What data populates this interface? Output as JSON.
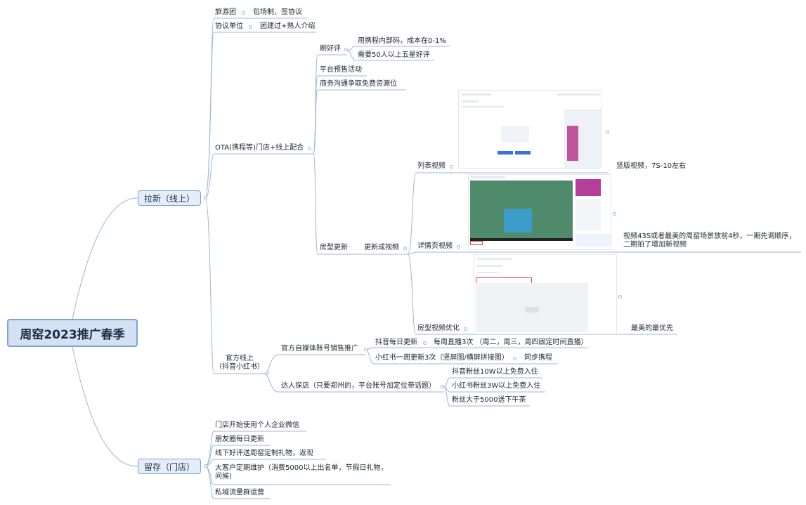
{
  "root": {
    "title": "周窑2023推广春季"
  },
  "branches": {
    "acquire": {
      "label": "拉新（线上）",
      "travel_agency": {
        "label": "旅游团",
        "detail": "包场制，签协议"
      },
      "agreement_unit": {
        "label": "协议单位",
        "detail": "团建过+熟人介绍"
      },
      "ota": {
        "label": "OTA(携程等)门店+线上配合",
        "reviews": {
          "label": "刷好评",
          "items": [
            "用携程内部码，成本在0-1%",
            "需要50人以上五星好评"
          ]
        },
        "presale": "平台预售活动",
        "business": "商务沟通争取免费资源位",
        "room_update": {
          "label": "房型更新",
          "video": {
            "label": "更新成视频",
            "list_video": {
              "label": "列表视频",
              "note": "竖版视频，7S-10左右"
            },
            "detail_video": {
              "label": "详情页视频",
              "note": "视频43S或者最美的周窑场景放前4秒，一期先调顺序，二期拍了增加新视频"
            },
            "room_video": {
              "label": "房型视频优化",
              "note": "最美的最优先"
            }
          }
        }
      },
      "official": {
        "label": "官方线上\n（抖音小红书）",
        "self_media": {
          "label": "官方自媒体账号销售推广",
          "douyin": {
            "label": "抖音每日更新",
            "detail": "每周直播3次 （周二，周三，周四固定时间直播）"
          },
          "xhs": {
            "label": "小红书一周更新3次（竖屏图/横屏拼接图）",
            "detail": "同步携程"
          }
        },
        "influencer": {
          "label": "达人探店（只要郑州的，平台账号加定位带话题）",
          "items": [
            "抖音粉丝10W以上免费入住",
            "小红书粉丝3W以上免费入住",
            "粉丝大于5000送下午茶"
          ]
        }
      }
    },
    "retain": {
      "label": "留存（门店）",
      "items": [
        "门店开始使用个人企业微信",
        "朋友圈每日更新",
        "线下好评送周窑定制礼物，返现",
        "大客户定期维护（消费5000以上出名单，节假日礼物，问候)",
        "私域流量群运营"
      ]
    }
  }
}
